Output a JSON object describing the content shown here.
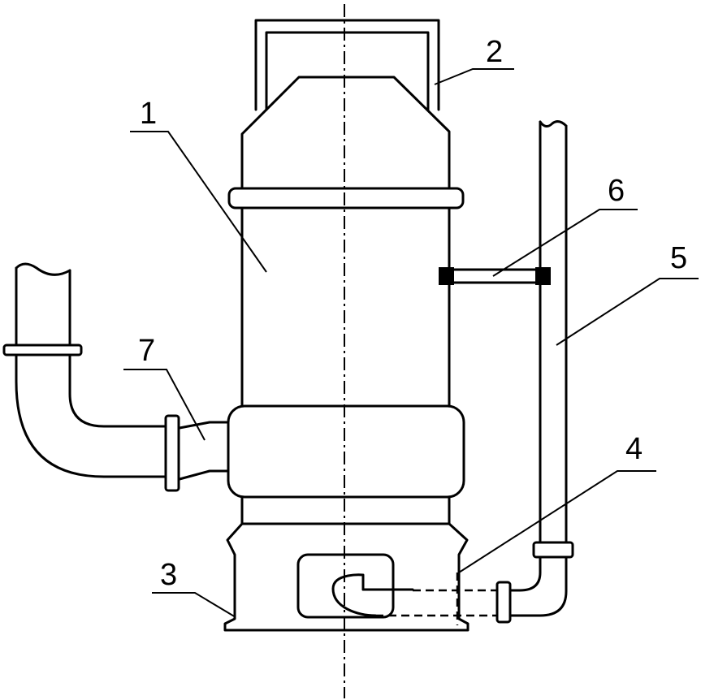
{
  "labels": {
    "pump_body": "1",
    "top_frame": "2",
    "base": "3",
    "suction_pipe": "4",
    "vertical_pipe": "5",
    "clamp": "6",
    "outlet": "7"
  }
}
